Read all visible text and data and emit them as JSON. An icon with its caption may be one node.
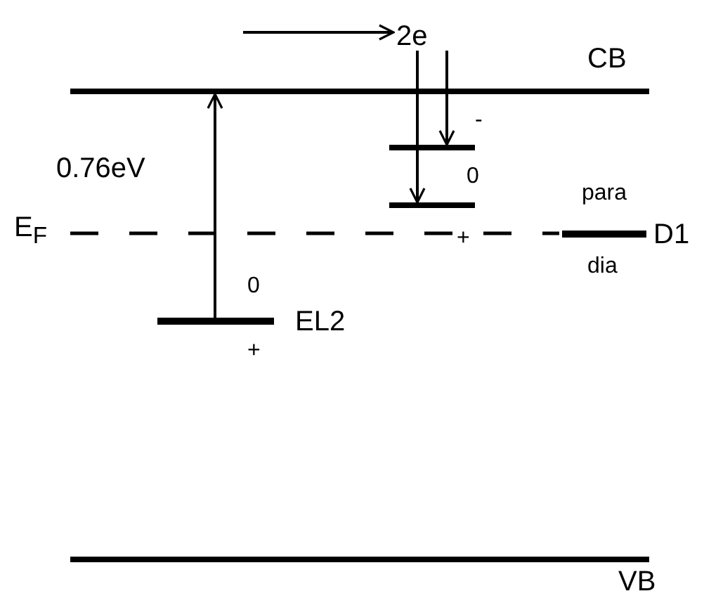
{
  "diagram": {
    "nodes": [
      {
        "text": [],
        "shape": "bar",
        "beside": [
          "CB"
        ]
      },
      {
        "text": [],
        "shape": "bar",
        "beside": [
          "VB"
        ]
      },
      {
        "text": [],
        "shape": "bar",
        "beside": [
          "0",
          "EL2",
          "+"
        ]
      },
      {
        "text": [],
        "shape": "bar",
        "beside": [
          "-"
        ]
      },
      {
        "text": [],
        "shape": "bar",
        "beside": [
          "0"
        ]
      },
      {
        "text": [],
        "shape": "bar",
        "beside": [
          "para",
          "D1",
          "dia"
        ]
      },
      {
        "text": [
          "2e"
        ]
      }
    ],
    "edges": [
      {
        "from": 2,
        "to": 0,
        "arrow": "to"
      },
      {
        "from": null,
        "to": 6,
        "arrow": "to"
      },
      {
        "from": 6,
        "to": 4,
        "arrow": "to"
      },
      {
        "from": 6,
        "to": 3,
        "arrow": "to"
      }
    ],
    "labels": [
      "0.76eV",
      "E$_{F}$",
      "+"
    ]
  }
}
